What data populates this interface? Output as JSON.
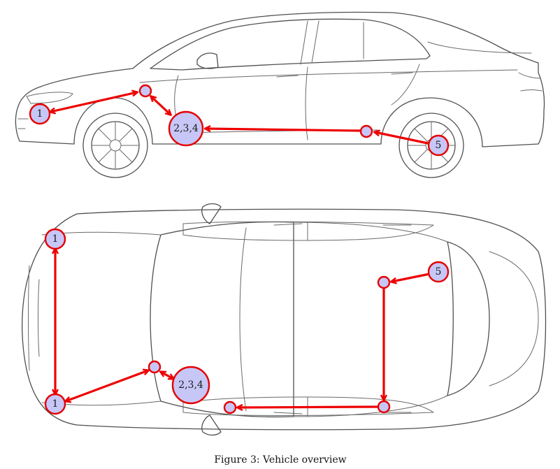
{
  "caption": "Figure 3: Vehicle overview",
  "views": {
    "side": {
      "labels": {
        "front_wheel": "1",
        "rocker": "2,3,4",
        "rear_wheel": "5"
      }
    },
    "top": {
      "labels": {
        "front_right": "1",
        "front_left": "1",
        "rocker": "2,3,4",
        "rear": "5"
      }
    }
  },
  "colors": {
    "arrow": "#ee0000",
    "marker_fill": "#c7c7f7",
    "outline": "#505050"
  }
}
